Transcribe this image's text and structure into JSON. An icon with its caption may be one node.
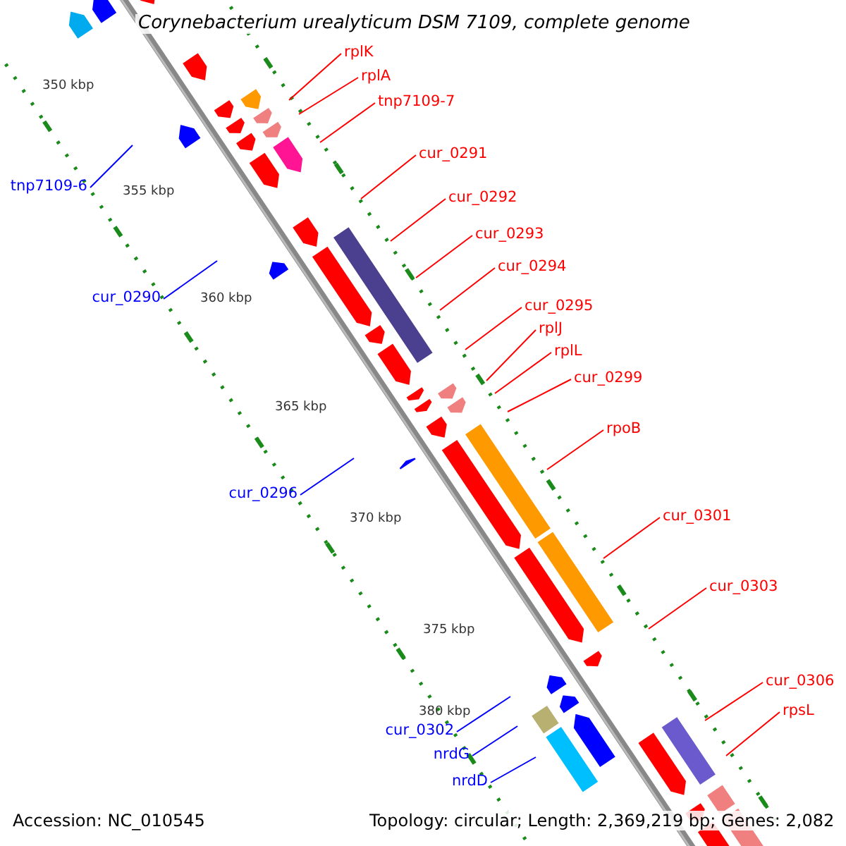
{
  "diagram": {
    "title": "Corynebacterium urealyticum DSM 7109, complete genome",
    "nodes": [
      {
        "text": [
          "rplK"
        ]
      },
      {
        "text": [
          "rplA"
        ]
      },
      {
        "text": [
          "tnp7109-7"
        ]
      },
      {
        "text": [
          "cur_0291"
        ]
      },
      {
        "text": [
          "tnp7109-6"
        ]
      },
      {
        "text": [
          "cur_0292"
        ]
      },
      {
        "text": [
          "cur_0293"
        ]
      },
      {
        "text": [
          "cur_0294"
        ]
      },
      {
        "text": [
          "cur_0290"
        ]
      },
      {
        "text": [
          "cur_0295"
        ]
      },
      {
        "text": [
          "rplJ"
        ]
      },
      {
        "text": [
          "rplL"
        ]
      },
      {
        "text": [
          "cur_0299"
        ]
      },
      {
        "text": [
          "rpoB"
        ]
      },
      {
        "text": [
          "cur_0296"
        ]
      },
      {
        "text": [
          "cur_0301"
        ]
      },
      {
        "text": [
          "cur_0303"
        ]
      },
      {
        "text": [
          "cur_0306"
        ]
      },
      {
        "text": [
          "rpsL"
        ]
      },
      {
        "text": [
          "cur_0302"
        ]
      },
      {
        "text": [
          "nrdG"
        ]
      },
      {
        "text": [
          "nrdD"
        ]
      }
    ],
    "edges": [
      {
        "from": 0,
        "to": null,
        "arrow": "none"
      },
      {
        "from": 1,
        "to": null,
        "arrow": "none"
      },
      {
        "from": 2,
        "to": null,
        "arrow": "none"
      },
      {
        "from": 3,
        "to": null,
        "arrow": "none"
      },
      {
        "from": 4,
        "to": null,
        "arrow": "none",
        "color": "#0000ff"
      },
      {
        "from": 5,
        "to": null,
        "arrow": "none"
      },
      {
        "from": 6,
        "to": null,
        "arrow": "none"
      },
      {
        "from": 7,
        "to": null,
        "arrow": "none"
      },
      {
        "from": 8,
        "to": null,
        "arrow": "none",
        "color": "#0000ff"
      },
      {
        "from": 9,
        "to": null,
        "arrow": "none"
      },
      {
        "from": 10,
        "to": null,
        "arrow": "none"
      },
      {
        "from": 11,
        "to": null,
        "arrow": "none"
      },
      {
        "from": 12,
        "to": null,
        "arrow": "none"
      },
      {
        "from": 13,
        "to": null,
        "arrow": "none"
      },
      {
        "from": 14,
        "to": null,
        "arrow": "none",
        "color": "#0000ff"
      },
      {
        "from": 15,
        "to": null,
        "arrow": "none"
      },
      {
        "from": 16,
        "to": null,
        "arrow": "none"
      },
      {
        "from": 17,
        "to": null,
        "arrow": "none"
      },
      {
        "from": 18,
        "to": null,
        "arrow": "none"
      },
      {
        "from": 19,
        "to": null,
        "arrow": "none",
        "color": "#0000ff"
      },
      {
        "from": 20,
        "to": null,
        "arrow": "none",
        "color": "#0000ff"
      },
      {
        "from": 21,
        "to": null,
        "arrow": "none",
        "color": "#0000ff"
      }
    ],
    "labels": [
      "350 kbp",
      "355 kbp",
      "360 kbp",
      "365 kbp",
      "370 kbp",
      "375 kbp",
      "380 kbp",
      "Accession: NC_010545",
      "Topology: circular; Length: 2,369,219 bp; Genes: 2,082"
    ]
  }
}
